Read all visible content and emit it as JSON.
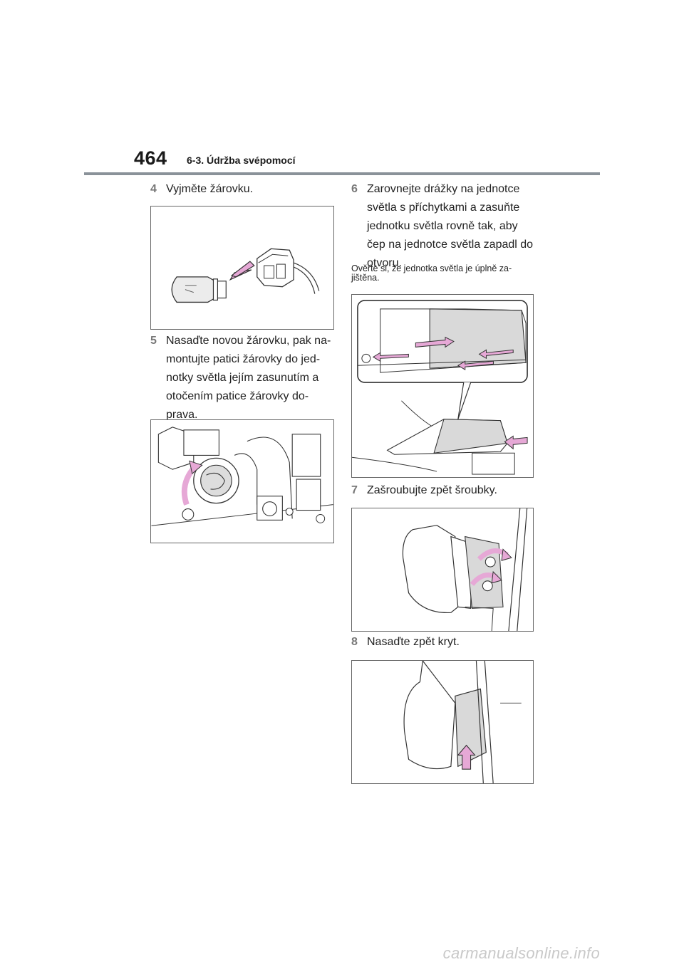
{
  "header": {
    "page_number": "464",
    "section": "6-3. Údržba svépomocí"
  },
  "steps": {
    "s4": {
      "num": "4",
      "text": "Vyjměte žárovku."
    },
    "s5": {
      "num": "5",
      "text": "Nasaďte novou žárovku, pak na-montujte patici žárovky do jed-notky světla jejím zasunutím a otočením patice žárovky do-prava."
    },
    "s6": {
      "num": "6",
      "text": "Zarovnejte drážky na jednotce světla s příchytkami a zasuňte jednotku světla rovně tak, aby čep na jednotce světla zapadl do otvoru."
    },
    "s6_note": "Ověřte si, že jednotka světla je úplně za-jištěna.",
    "s7": {
      "num": "7",
      "text": "Zašroubujte zpět šroubky."
    },
    "s8": {
      "num": "8",
      "text": "Nasaďte zpět kryt."
    }
  },
  "figures": {
    "remove_bulb": {
      "icon": "bulb-removal-illustration",
      "arrow_color": "#e6a8d6"
    },
    "install_socket": {
      "icon": "socket-rotation-illustration",
      "arrow_color": "#e6a8d6"
    },
    "slide_unit": {
      "icon": "light-unit-slide-illustration",
      "arrow_color": "#e6a8d6"
    },
    "tighten_screws": {
      "icon": "screw-tighten-illustration",
      "arrow_color": "#e6a8d6"
    },
    "refit_cover": {
      "icon": "cover-refit-illustration",
      "arrow_color": "#e6a8d6"
    }
  },
  "colors": {
    "accent_arrow": "#e6a8d6",
    "rule": "#8a9299",
    "part_fill": "#d9d9d9"
  },
  "watermark": "carmanualsonline.info"
}
